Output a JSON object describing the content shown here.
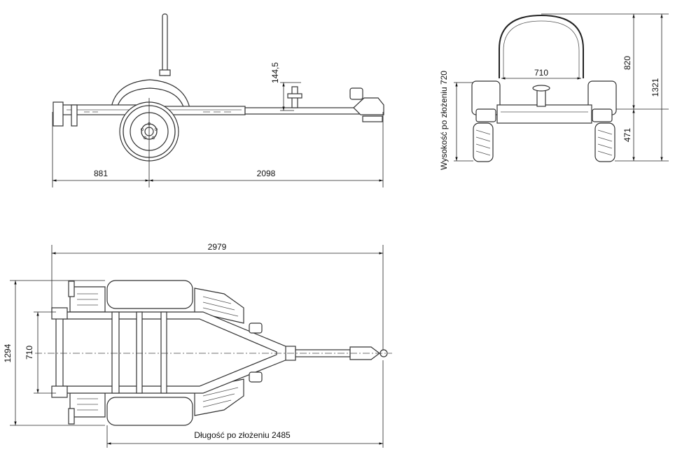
{
  "side_view": {
    "dims": {
      "rear_overhang": "881",
      "front_length": "2098",
      "lift": "144,5"
    }
  },
  "front_view": {
    "dims": {
      "track": "710",
      "upper_height": "820",
      "lower_height": "471",
      "total_height": "1321",
      "folded_height": "Wysokość po złożeniu 720"
    }
  },
  "top_view": {
    "dims": {
      "total_length": "2979",
      "total_width": "1294",
      "inner_width": "710",
      "folded_length": "Długość po złożeniu 2485"
    }
  }
}
